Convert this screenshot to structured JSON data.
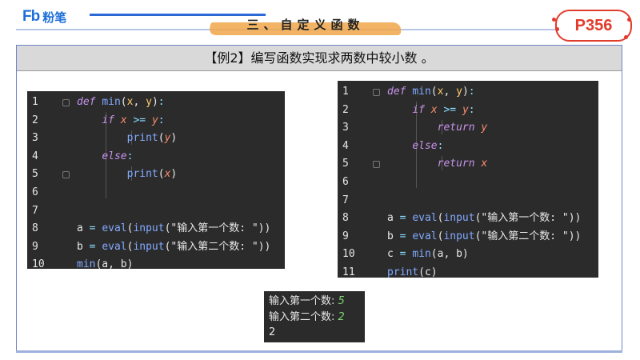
{
  "brand": {
    "logo_fb": "Fb",
    "logo_cn": "粉笔"
  },
  "section_title": "三、自定义函数",
  "page_badge": "P356",
  "header": {
    "text": "【例2】编写函数实现求两数中较小数 。"
  },
  "colors": {
    "accent_red": "#e33b2b",
    "brand_blue": "#1e6fd9",
    "code_bg": "#2b2b2b",
    "header_bg": "#d9d9d9",
    "brush_orange": "#f0a64a"
  },
  "code_left": {
    "line_numbers": [
      "1",
      "2",
      "3",
      "4",
      "5",
      "6",
      "7",
      "8",
      "9",
      "10"
    ],
    "l1": {
      "kw": "def",
      "fn": "min",
      "p1": "(",
      "x": "x",
      "c": ", ",
      "y": "y",
      "p2": ")",
      "colon": ":"
    },
    "l2": {
      "kw": "if",
      "x": "x",
      "op": ">=",
      "y": "y",
      "colon": ":"
    },
    "l3": {
      "fn": "print",
      "p1": "(",
      "y": "y",
      "p2": ")"
    },
    "l4": {
      "kw": "else",
      "colon": ":"
    },
    "l5": {
      "fn": "print",
      "p1": "(",
      "x": "x",
      "p2": ")"
    },
    "l8": {
      "var": "a",
      "eq": "=",
      "eval": "eval",
      "p1": "(",
      "input": "input",
      "p2": "(",
      "str": "\"输入第一个数: \"",
      "p3": "))"
    },
    "l9": {
      "var": "b",
      "eq": "=",
      "eval": "eval",
      "p1": "(",
      "input": "input",
      "p2": "(",
      "str": "\"输入第二个数: \"",
      "p3": "))"
    },
    "l10": {
      "fn": "min",
      "args": "(a, b)"
    }
  },
  "code_right": {
    "line_numbers": [
      "1",
      "2",
      "3",
      "4",
      "5",
      "6",
      "7",
      "8",
      "9",
      "10",
      "11"
    ],
    "l1": {
      "kw": "def",
      "fn": "min",
      "p1": "(",
      "x": "x",
      "c": ", ",
      "y": "y",
      "p2": ")",
      "colon": ":"
    },
    "l2": {
      "kw": "if",
      "x": "x",
      "op": ">=",
      "y": "y",
      "colon": ":"
    },
    "l3": {
      "kw": "return",
      "y": "y"
    },
    "l4": {
      "kw": "else",
      "colon": ":"
    },
    "l5": {
      "kw": "return",
      "x": "x"
    },
    "l8": {
      "var": "a",
      "eq": "=",
      "eval": "eval",
      "p1": "(",
      "input": "input",
      "p2": "(",
      "str": "\"输入第一个数: \"",
      "p3": "))"
    },
    "l9": {
      "var": "b",
      "eq": "=",
      "eval": "eval",
      "p1": "(",
      "input": "input",
      "p2": "(",
      "str": "\"输入第二个数: \"",
      "p3": "))"
    },
    "l10": {
      "var": "c",
      "eq": "=",
      "fn": "min",
      "args": "(a, b)"
    },
    "l11": {
      "fn": "print",
      "args": "(c)"
    }
  },
  "output": {
    "line1_label": "输入第一个数:",
    "line1_value": "5",
    "line2_label": "输入第二个数:",
    "line2_value": "2",
    "line3": "2"
  }
}
